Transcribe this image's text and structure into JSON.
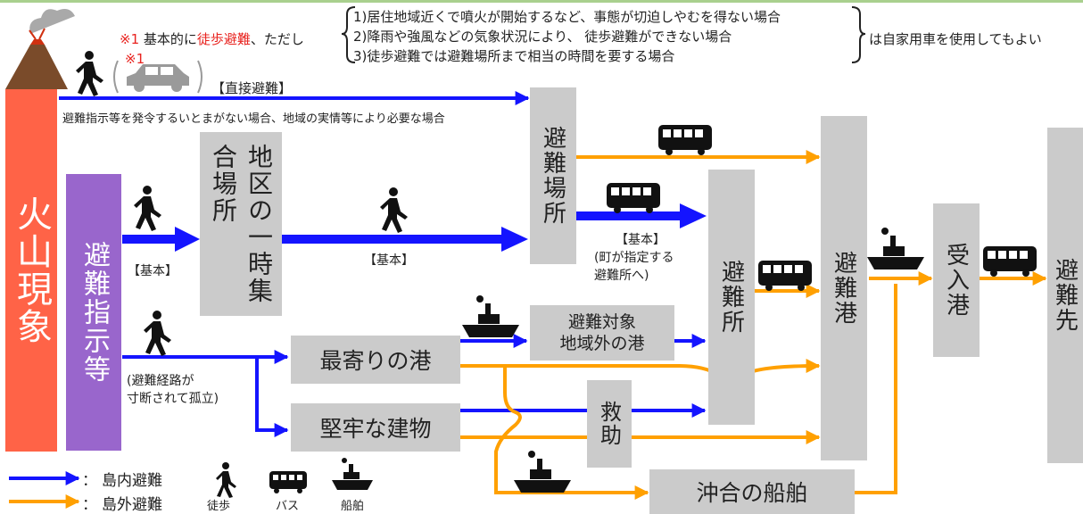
{
  "header": {
    "note_mark": "※1",
    "note_text_a": " 基本的に",
    "note_text_red": "徒歩避難",
    "note_text_b": "、ただし",
    "conditions": [
      "1)居住地域近くで噴火が開始するなど、事態が切迫しやむを得ない場合",
      "2)降雨や強風などの気象状況により、 徒歩避難ができない場合",
      "3)徒歩避難では避難場所まで相当の時間を要する場合"
    ],
    "conclusion": "は自家用車を使用してもよい"
  },
  "car_note_mark": "※1",
  "direct": {
    "label": "【直接避難】",
    "condition": "避難指示等を発令するいとまがない場合、地域の実情等により必要な場合"
  },
  "nodes": {
    "volcano": "火山現象",
    "order": "避難指示等",
    "temp": "地区の一時集合場所",
    "shelter_place": "避難場所",
    "shelter": "避難所",
    "port": "避難港",
    "recv_port": "受入港",
    "dest": "避難先",
    "nearest_port": "最寄りの港",
    "outside_port_1": "避難対象",
    "outside_port_2": "地域外の港",
    "building": "堅牢な建物",
    "rescue": "救助",
    "offshore": "沖合の船舶"
  },
  "labels": {
    "basic_left": "【基本】",
    "basic_mid": "【基本】",
    "basic_shelter_1": "【基本】",
    "basic_shelter_2": "(町が指定する",
    "basic_shelter_3": "避難所へ)",
    "isolated_1": "(避難経路が",
    "isolated_2": "寸断されて孤立)"
  },
  "legend": {
    "island_marker": "：",
    "island": "島内避難",
    "outside_marker": "：",
    "outside": "島外避難",
    "walk": "徒歩",
    "bus": "バス",
    "ship": "船舶"
  },
  "colors": {
    "inside_arrow": "#1414ff",
    "outside_arrow": "#ffa000",
    "volcano_box": "#ff6347",
    "order_box": "#9966cc",
    "node_box": "#cbcbcb"
  }
}
